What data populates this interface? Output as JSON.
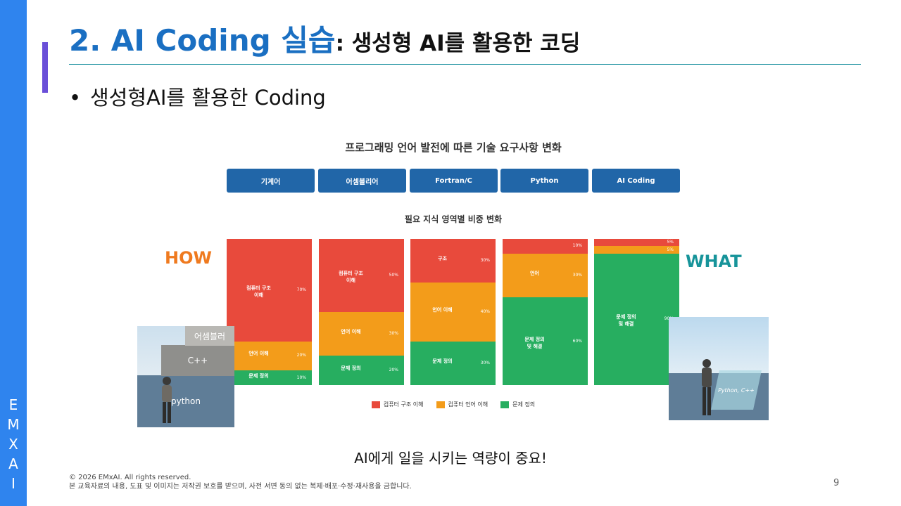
{
  "sidebar": {
    "brand_letters": [
      "E",
      "M",
      "X",
      "A",
      "I"
    ]
  },
  "title": {
    "main": "2. AI Coding 실습",
    "sub": ": 생성형 AI를 활용한 코딩"
  },
  "bullet": {
    "marker": "•",
    "text": "생성형AI를 활용한 Coding"
  },
  "figure": {
    "title": "프로그래밍 언어 발전에 따른 기술 요구사항 변화",
    "eras": [
      "기계어",
      "어셈블리어",
      "Fortran/C",
      "Python",
      "AI Coding"
    ],
    "subtitle": "필요 지식 영역별 비중 변화",
    "how_label": "HOW",
    "what_label": "WHAT",
    "photo_left_blocks": [
      "어셈블러",
      "C++",
      "python"
    ],
    "photo_right_blocks": [
      "Python, C++"
    ]
  },
  "colors": {
    "red": "#e84a3c",
    "orange": "#f39c1a",
    "green": "#27ae60",
    "brand": "#2f84ee",
    "title": "#1a6fc2"
  },
  "chart_data": {
    "type": "bar",
    "stacked": true,
    "categories": [
      "기계어",
      "어셈블리어",
      "Fortran/C",
      "Python",
      "AI Coding"
    ],
    "series": [
      {
        "name": "컴퓨터 구조 이해",
        "color": "#e84a3c",
        "values": [
          70,
          50,
          30,
          10,
          5
        ],
        "segment_labels": [
          "컴퓨터 구조\n이해",
          "컴퓨터 구조\n이해",
          "구조",
          "",
          ""
        ]
      },
      {
        "name": "컴퓨터 언어 이해",
        "color": "#f39c1a",
        "values": [
          20,
          30,
          40,
          30,
          5
        ],
        "segment_labels": [
          "언어 이해",
          "언어 이해",
          "언어 이해",
          "언어",
          ""
        ]
      },
      {
        "name": "문제 정의",
        "color": "#27ae60",
        "values": [
          10,
          20,
          30,
          60,
          90
        ],
        "segment_labels": [
          "문제 정의",
          "문제 정의",
          "문제 정의",
          "문제 정의\n및 해결",
          "문제 정의\n및 해결"
        ]
      }
    ],
    "ylim": [
      0,
      100
    ],
    "legend": "bottom"
  },
  "caption": "AI에게 일을 시키는 역량이 중요!",
  "footer": {
    "copyright": "© 2026 EMxAI. All rights reserved.",
    "notice": "본 교육자료의 내용, 도표 및 이미지는 저작권 보호를 받으며, 사전 서면 동의 없는 복제·배포·수정·재사용을 금합니다.",
    "page_number": "9"
  }
}
